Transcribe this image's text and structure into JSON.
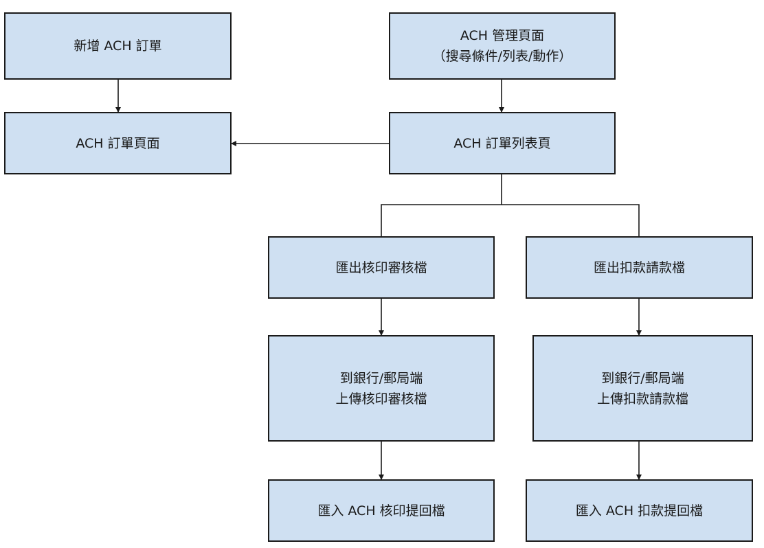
{
  "nodes": {
    "new_order": "新增 ACH 訂單",
    "order_page": "ACH 訂單頁面",
    "manage_page_line1": "ACH 管理頁面",
    "manage_page_line2": "（搜尋條件/列表/動作）",
    "list_page": "ACH 訂單列表頁",
    "export_verify": "匯出核印審核檔",
    "export_debit": "匯出扣款請款檔",
    "upload_verify_line1": "到銀行/郵局端",
    "upload_verify_line2": "上傳核印審核檔",
    "upload_debit_line1": "到銀行/郵局端",
    "upload_debit_line2": "上傳扣款請款檔",
    "import_verify": "匯入 ACH 核印提回檔",
    "import_debit": "匯入 ACH 扣款提回檔"
  },
  "colors": {
    "node_fill": "#cfe0f2",
    "border": "#1a1a1a",
    "line": "#1a1a1a"
  }
}
